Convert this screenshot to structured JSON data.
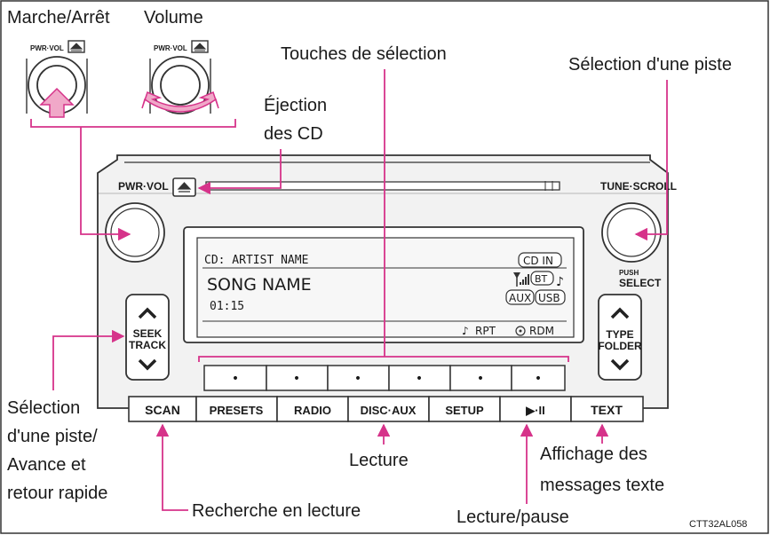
{
  "colors": {
    "pink": "#d6338a",
    "outline": "#333333",
    "panel": "#f2f2f2",
    "screen": "#f7f7f7"
  },
  "callouts": {
    "power": "Marche/Arrêt",
    "volume": "Volume",
    "select_keys": "Touches de sélection",
    "track_select": "Sélection d'une piste",
    "eject_line1": "Éjection",
    "eject_line2": "des CD",
    "seek_line1": "Sélection",
    "seek_line2": "d'une piste/",
    "seek_line3": "Avance et",
    "seek_line4": "retour rapide",
    "play": "Lecture",
    "text_line1": "Affichage des",
    "text_line2": "messages texte",
    "scan_search": "Recherche en lecture",
    "play_pause": "Lecture/pause"
  },
  "code": "CTT32AL058",
  "knob_inset": {
    "label": "PWR·VOL",
    "eject_icon": "eject-icon"
  },
  "unit": {
    "pwr_vol": "PWR·VOL",
    "tune_scroll": "TUNE·SCROLL",
    "push": "PUSH",
    "select": "SELECT",
    "seek": "SEEK",
    "track": "TRACK",
    "type": "TYPE",
    "folder": "FOLDER"
  },
  "display": {
    "line1": "CD: ARTIST NAME",
    "song": "SONG NAME",
    "time": "01:15",
    "cd_in": "CD IN",
    "bt": "BT",
    "aux": "AUX",
    "usb": "USB",
    "rpt": "RPT",
    "rdm": "RDM"
  },
  "preset_dots": [
    "•",
    "•",
    "•",
    "•",
    "•",
    "•"
  ],
  "buttons": {
    "scan": "SCAN",
    "presets": "PRESETS",
    "radio": "RADIO",
    "disc_aux": "DISC·AUX",
    "setup": "SETUP",
    "play_pause": "▶·II",
    "text": "TEXT"
  }
}
